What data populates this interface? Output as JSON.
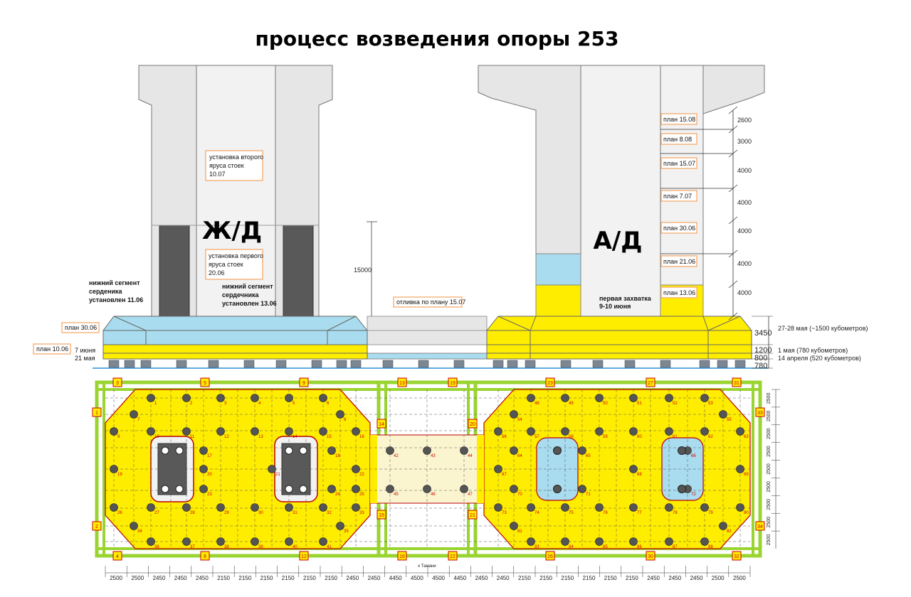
{
  "title": "процесс возведения опоры 253",
  "labels": {
    "rail": "Ж/Д",
    "auto": "А/Д"
  },
  "notes": {
    "second_tier": [
      "установка второго",
      "яруса стоек",
      "10.07"
    ],
    "first_tier": [
      "установка первого",
      "яруса стоек",
      "20.06"
    ],
    "lower_core_left": [
      "нижний сегмент",
      "серденика",
      "установлен 11.06"
    ],
    "lower_core_mid": [
      "нижний сегмент",
      "сердечника",
      "установлен 13.06"
    ],
    "pour_plan": "отливка по плану 15.07",
    "first_grip": [
      "первая захватка",
      "9-10 июня"
    ],
    "plan_3006_left": "план 30.06",
    "plan_1006": "план 10.06",
    "june7": "7 июня",
    "may21": "21 мая",
    "height_15000": "15000"
  },
  "plan_boxes": [
    "план 15.08",
    "план 8.08",
    "план 15.07",
    "план 7.07",
    "план 30.06",
    "план 21.06",
    "план 13.06"
  ],
  "right_dims": [
    "2600",
    "3000",
    "4000",
    "4000",
    "4000",
    "4000",
    "4000"
  ],
  "layers": [
    {
      "dim": "3450",
      "note": "27-28 мая (~1500 кубометров)"
    },
    {
      "dim": "1200",
      "note": "1 мая    (780 кубометров)"
    },
    {
      "dim": "800",
      "note": "14 апреля (520 кубометров)"
    },
    {
      "dim": "780",
      "note": ""
    }
  ],
  "bottom_dims": [
    "2500",
    "2500",
    "2450",
    "2450",
    "2450",
    "2150",
    "2150",
    "2150",
    "2150",
    "2150",
    "2150",
    "2450",
    "2450",
    "4450",
    "4500",
    "4500",
    "4450",
    "2450",
    "2450",
    "2150",
    "2150",
    "2150",
    "2150",
    "2150",
    "2150",
    "2450",
    "2450",
    "2450",
    "2500",
    "2500"
  ],
  "bottom_center_label": "к Тамани",
  "side_dims": [
    "2500",
    "2500",
    "2500",
    "2500",
    "2500",
    "2500",
    "2500",
    "2500",
    "2500"
  ],
  "colors": {
    "concrete": "#e6e6e6",
    "yellow": "#ffed00",
    "blue": "#a8dcee",
    "green_frame": "#9ad430",
    "orange": "#f4a460",
    "dark": "#595959"
  }
}
